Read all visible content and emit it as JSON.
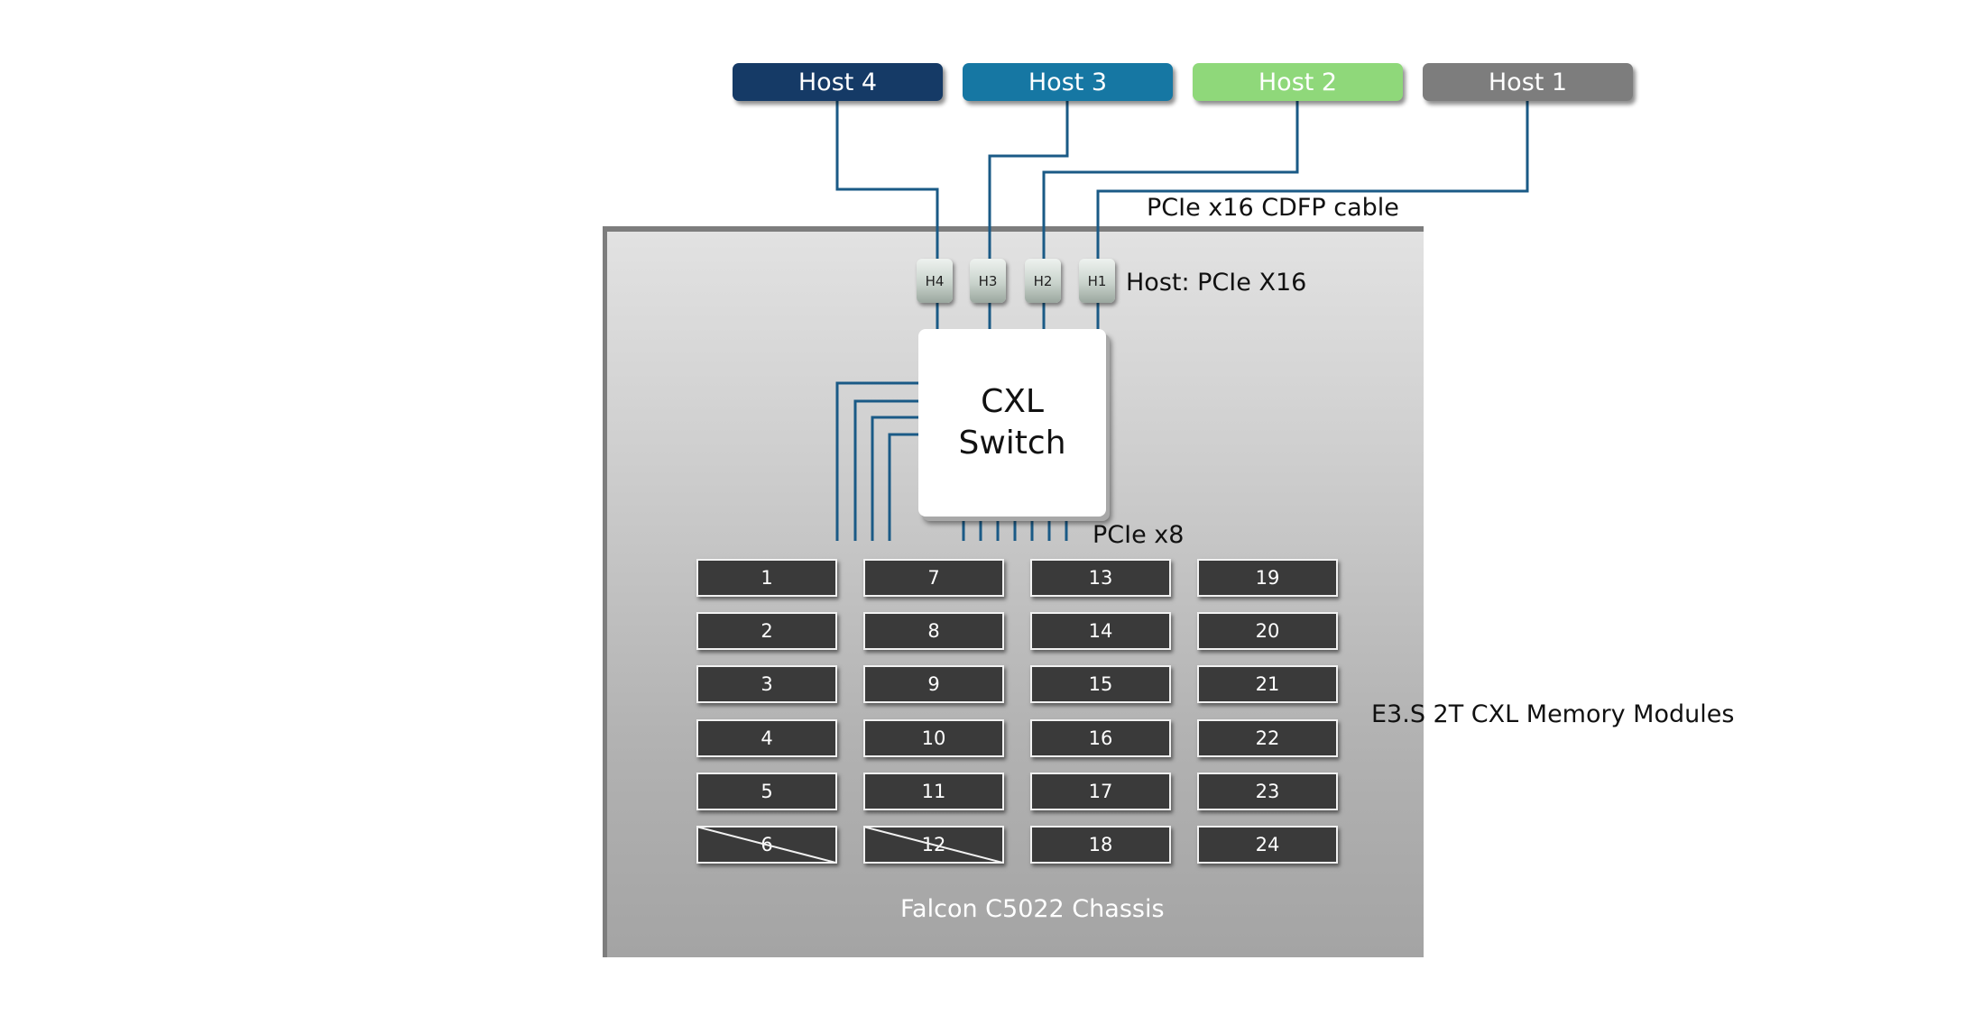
{
  "hosts": [
    {
      "label": "Host 4",
      "color": "#153a66"
    },
    {
      "label": "Host 3",
      "color": "#1677a3"
    },
    {
      "label": "Host 2",
      "color": "#8fd87a"
    },
    {
      "label": "Host 1",
      "color": "#7d7d7d"
    }
  ],
  "wire_color": "#1a5a86",
  "cable_label": "PCIe x16 CDFP cable",
  "ports": [
    "H4",
    "H3",
    "H2",
    "H1"
  ],
  "port_label": "Host: PCIe X16",
  "switch": {
    "line1": "CXL",
    "line2": "Switch"
  },
  "pcie_x8_label": "PCIe x8",
  "modules_label": "E3.S 2T CXL Memory Modules",
  "slots": [
    {
      "n": "1"
    },
    {
      "n": "2"
    },
    {
      "n": "3"
    },
    {
      "n": "4"
    },
    {
      "n": "5"
    },
    {
      "n": "6",
      "disabled": true
    },
    {
      "n": "7"
    },
    {
      "n": "8"
    },
    {
      "n": "9"
    },
    {
      "n": "10"
    },
    {
      "n": "11"
    },
    {
      "n": "12",
      "disabled": true
    },
    {
      "n": "13"
    },
    {
      "n": "14"
    },
    {
      "n": "15"
    },
    {
      "n": "16"
    },
    {
      "n": "17"
    },
    {
      "n": "18"
    },
    {
      "n": "19"
    },
    {
      "n": "20"
    },
    {
      "n": "21"
    },
    {
      "n": "22"
    },
    {
      "n": "23"
    },
    {
      "n": "24"
    }
  ],
  "chassis_label": "Falcon C5022 Chassis"
}
